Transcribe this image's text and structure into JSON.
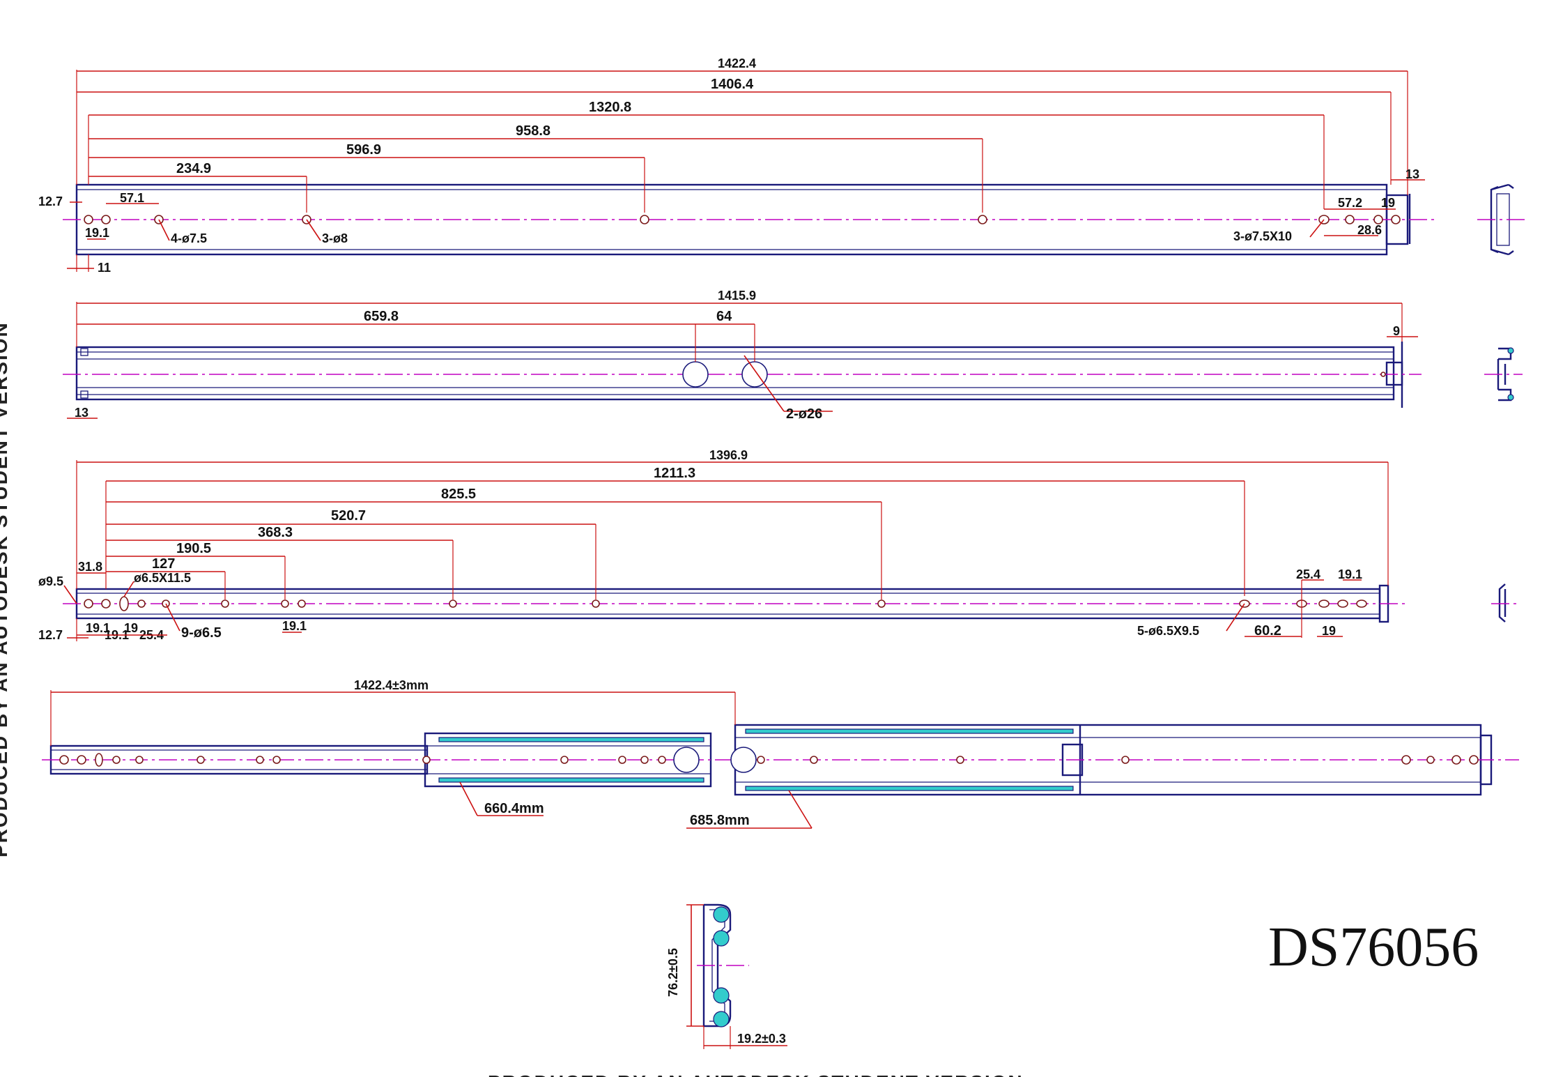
{
  "product_code": "DS76056",
  "side_text": "PRODUCED BY AN AUTODESK STUDENT VERSION",
  "bottom_text": "PRODUCED BY AN AUTODESK STUDENT VERSION",
  "views": {
    "outer_rail": {
      "dimensions": [
        "1422.4",
        "1406.4",
        "1320.8",
        "958.8",
        "596.9",
        "234.9",
        "12.7",
        "57.1",
        "19.1",
        "11",
        "13",
        "57.2",
        "19",
        "28.6"
      ],
      "callouts": [
        "4-ø7.5",
        "3-ø8",
        "3-ø7.5X10"
      ]
    },
    "middle_rail": {
      "dimensions": [
        "1415.9",
        "659.8",
        "64",
        "9",
        "13"
      ],
      "callouts": [
        "2-ø26"
      ]
    },
    "inner_rail": {
      "dimensions": [
        "1396.9",
        "1211.3",
        "825.5",
        "520.7",
        "368.3",
        "190.5",
        "127",
        "31.8",
        "12.7",
        "19.1",
        "19.1",
        "19",
        "25.4",
        "19.1",
        "25.4",
        "19.1",
        "60.2",
        "19"
      ],
      "callouts": [
        "ø9.5",
        "ø6.5X11.5",
        "9-ø6.5",
        "5-ø6.5X9.5"
      ]
    },
    "extended_assembly": {
      "dimensions": [
        "1422.4±3mm",
        "660.4mm",
        "685.8mm"
      ]
    },
    "cross_section": {
      "dimensions": [
        "76.2±0.5",
        "19.2±0.3"
      ]
    }
  },
  "colors": {
    "dimension": "#cc1111",
    "outline": "#1a1a7a",
    "centerline": "#c000c0",
    "ball_bearing": "#33cccc"
  }
}
